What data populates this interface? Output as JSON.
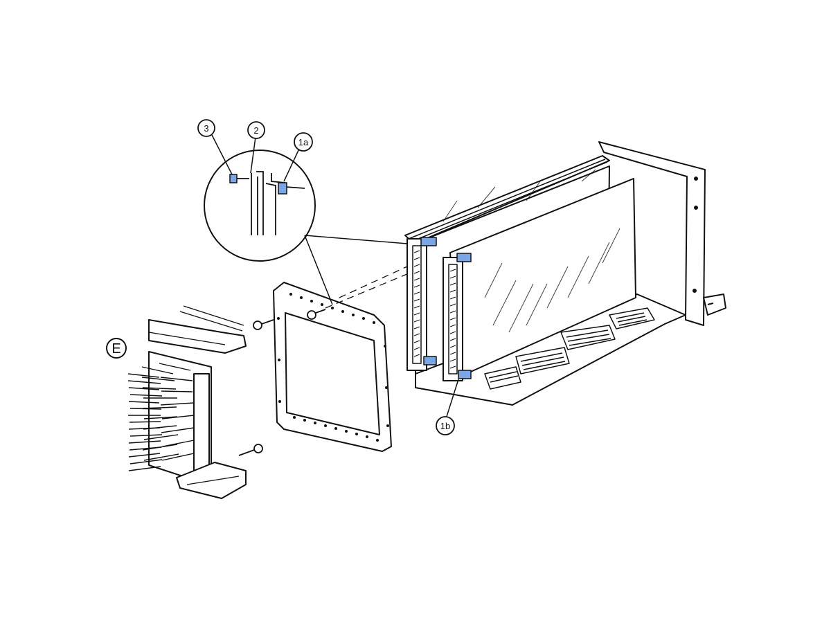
{
  "figure": {
    "callouts": {
      "c3": "3",
      "c2": "2",
      "c1a": "1a",
      "c1b": "1b"
    },
    "section_label": "E"
  },
  "colors": {
    "ink": "#111111",
    "highlight": "#7aa6e6",
    "paper": "#ffffff"
  }
}
